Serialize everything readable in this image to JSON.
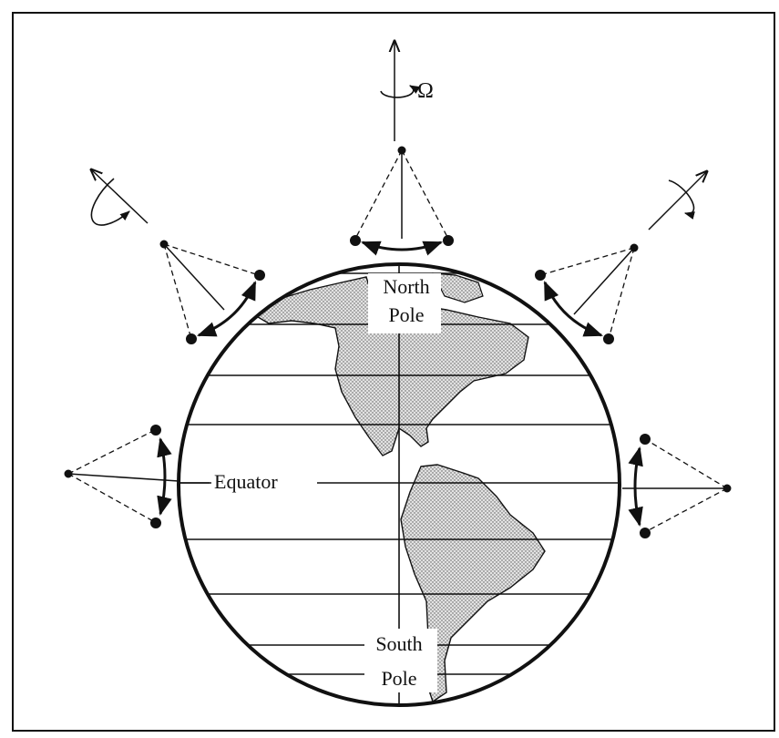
{
  "figure": {
    "rotation_symbol": "Ω",
    "labels": {
      "north_pole_line1": "North",
      "north_pole_line2": "Pole",
      "equator": "Equator",
      "south_pole_line1": "South",
      "south_pole_line2": "Pole"
    },
    "colors": {
      "ink": "#111111",
      "land_fill": "#c8c8c8",
      "background": "#ffffff"
    }
  }
}
